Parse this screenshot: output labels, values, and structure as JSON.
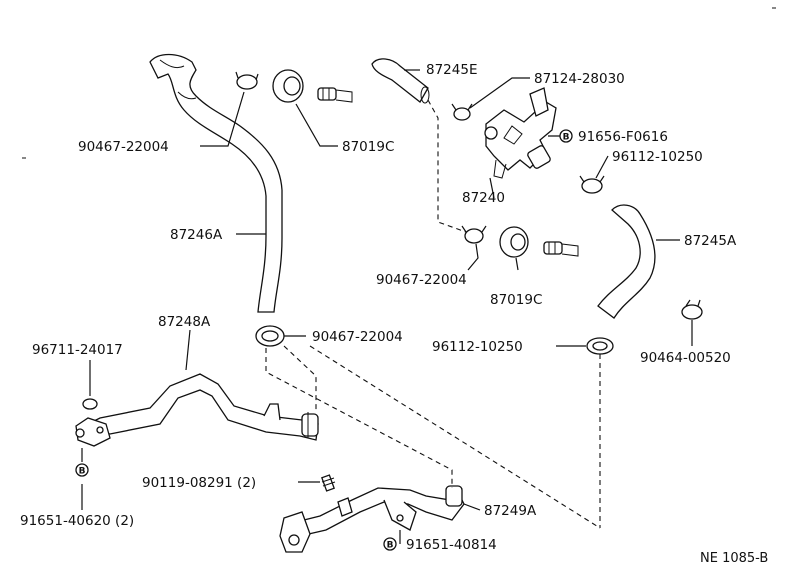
{
  "callouts": {
    "c1": "87245E",
    "c2": "87124-28030",
    "c3": "91656-F0616",
    "c4": "96112-10250",
    "c5": "90467-22004",
    "c6": "87019C",
    "c7": "87240",
    "c8": "87246A",
    "c9": "87245A",
    "c10": "90467-22004",
    "c11": "87019C",
    "c12": "87248A",
    "c13": "90467-22004",
    "c14": "96112-10250",
    "c15": "96711-24017",
    "c16": "90464-00520",
    "c17": "90119-08291 (2)",
    "c18": "87249A",
    "c19": "91651-40620 (2)",
    "c20": "91651-40814"
  },
  "markers": {
    "b": "B"
  },
  "reference": "NE 1085-B"
}
